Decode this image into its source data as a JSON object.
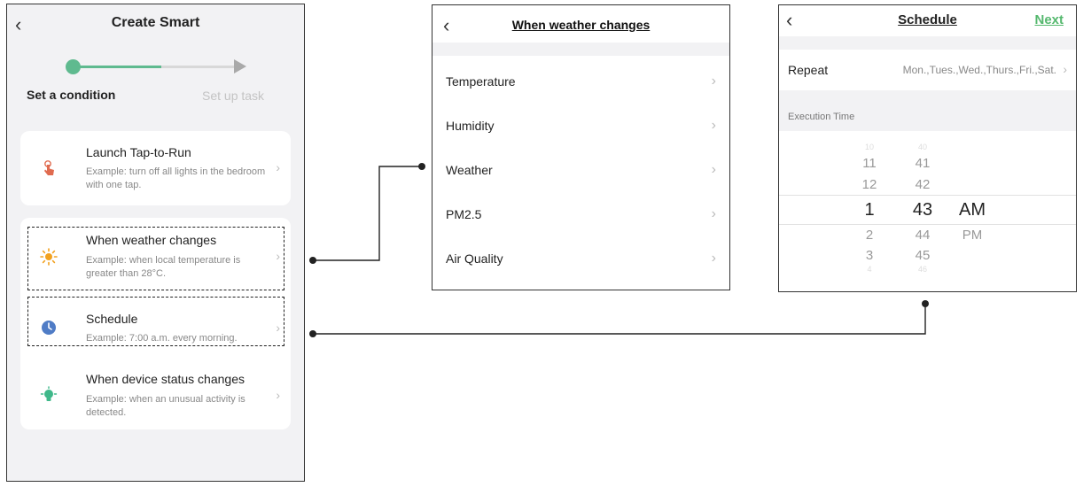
{
  "create_smart": {
    "back": "‹",
    "title": "Create Smart",
    "step_current": "Set a condition",
    "step_next": "Set up task",
    "cards": [
      {
        "title": "Launch Tap-to-Run",
        "desc": "Example: turn off all lights in the bedroom with one tap.",
        "icon": "tap-hand-icon",
        "color": "#e06b4f"
      },
      {
        "title": "When weather changes",
        "desc": "Example: when local temperature is greater than 28°C.",
        "icon": "sun-icon",
        "color": "#f2a11f"
      },
      {
        "title": "Schedule",
        "desc": "Example: 7:00 a.m. every morning.",
        "icon": "clock-icon",
        "color": "#4f7cc6"
      },
      {
        "title": "When device status changes",
        "desc": "Example: when an unusual activity is detected.",
        "icon": "device-bulb-icon",
        "color": "#3fb88a"
      }
    ],
    "chevron": "›"
  },
  "weather": {
    "back": "‹",
    "title": "When weather changes",
    "items": [
      "Temperature",
      "Humidity",
      "Weather",
      "PM2.5",
      "Air Quality"
    ],
    "chevron": "›"
  },
  "schedule": {
    "back": "‹",
    "title": "Schedule",
    "next": "Next",
    "next_color": "#55b86e",
    "repeat_label": "Repeat",
    "repeat_value": "Mon.,Tues.,Wed.,Thurs.,Fri.,Sat.",
    "chevron": "›",
    "exec_label": "Execution Time",
    "picker": {
      "hours": [
        "10",
        "11",
        "12",
        "1",
        "2",
        "3",
        "4"
      ],
      "minutes": [
        "40",
        "41",
        "42",
        "43",
        "44",
        "45",
        "46"
      ],
      "ampm": [
        "AM",
        "PM"
      ]
    }
  },
  "accent": "#5fba8f"
}
